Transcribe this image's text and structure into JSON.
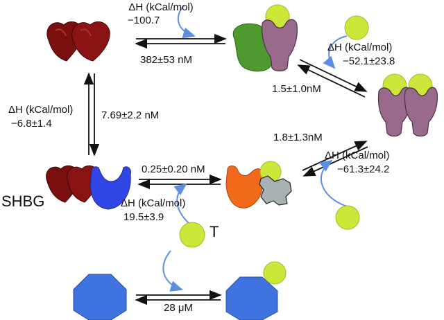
{
  "labels": {
    "top_dh_title": "ΔH (kCal/mol)",
    "top_dh_value": "−100.7",
    "top_kd": "382±53 nM",
    "right_top_dh_title": "ΔH (kCal/mol)",
    "right_top_dh_value": "−52.1±23.8",
    "right_top_kd": "1.5±1.0nM",
    "left_dh_title": "ΔH (kCal/mol)",
    "left_dh_value": "−6.8±1.4",
    "left_kd": "7.69±2.2 nM",
    "right_mid_kd": "1.8±1.3nM",
    "right_mid_dh_title": "ΔH (kCal/mol)",
    "right_mid_dh_value": "−61.3±24.2",
    "mid_kd": "0.25±0.20 nM",
    "mid_dh_title": "ΔH (kCal/mol)",
    "mid_dh_value": "19.5±3.9",
    "shbg_label": "SHBG",
    "t_label": "T",
    "bottom_kd": "28 μM"
  },
  "colors": {
    "shbg_dimer": "#7a0f0f",
    "shbg_blue": "#2f45e6",
    "green_protein": "#4e9a2f",
    "purple_protein": "#9a6a8c",
    "ligand": "#cde63a",
    "orange_protein": "#f2691c",
    "gray_protein": "#a7b1b3",
    "octagon": "#3f73e0",
    "curve_arrow": "#5b8ee0"
  }
}
